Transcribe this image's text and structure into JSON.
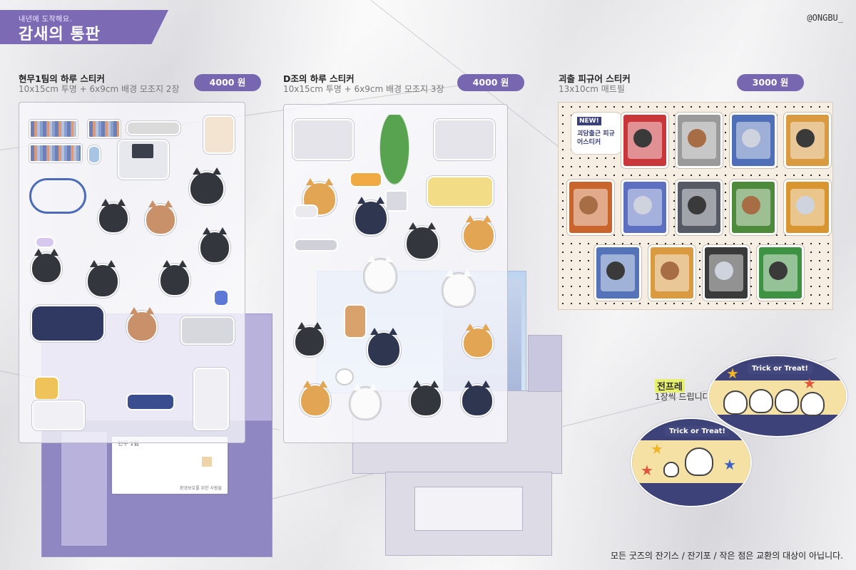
{
  "header": {
    "subtitle": "내년에 도착해요.",
    "title": "감새의 통판",
    "handle": "@ONGBU_"
  },
  "products": [
    {
      "title": "현무1팀의 하루 스티커",
      "description": "10x15cm 투명 + 6x9cm 배경 모조지 2장",
      "price": "4000 원"
    },
    {
      "title": "D조의 하루 스티커",
      "description": "10x15cm 투명 + 6x9cm 배경 모조지 3장",
      "price": "4000 원"
    },
    {
      "title": "괴출 피규어 스티커",
      "description": "13x10cm 매트필",
      "price": "3000 원"
    }
  ],
  "sheet1": {
    "notice_board": "현무 1팀",
    "notice_small": "환경보호를 위한 사원들"
  },
  "figure_sheet": {
    "badge": "NEW!",
    "slogan": "괴담출근 피규어스티커"
  },
  "promo": {
    "title": "전프레",
    "subtitle": "1장씩 드립니다",
    "banner_text": "Trick or Treat!"
  },
  "footer": "모든 굿즈의 잔기스 / 잔기포 / 작은 점은 교환의 대상이 아닙니다.",
  "colors": {
    "accent": "#7766b0",
    "figure_cards": [
      "#c9373b",
      "#9a9a9a",
      "#4f6fb8",
      "#d99a40",
      "#c8642c",
      "#5d6fc0",
      "#555a64",
      "#4d8a3b",
      "#d9952f",
      "#5573b9",
      "#d99a40",
      "#3a3a3a",
      "#3e9243"
    ]
  }
}
